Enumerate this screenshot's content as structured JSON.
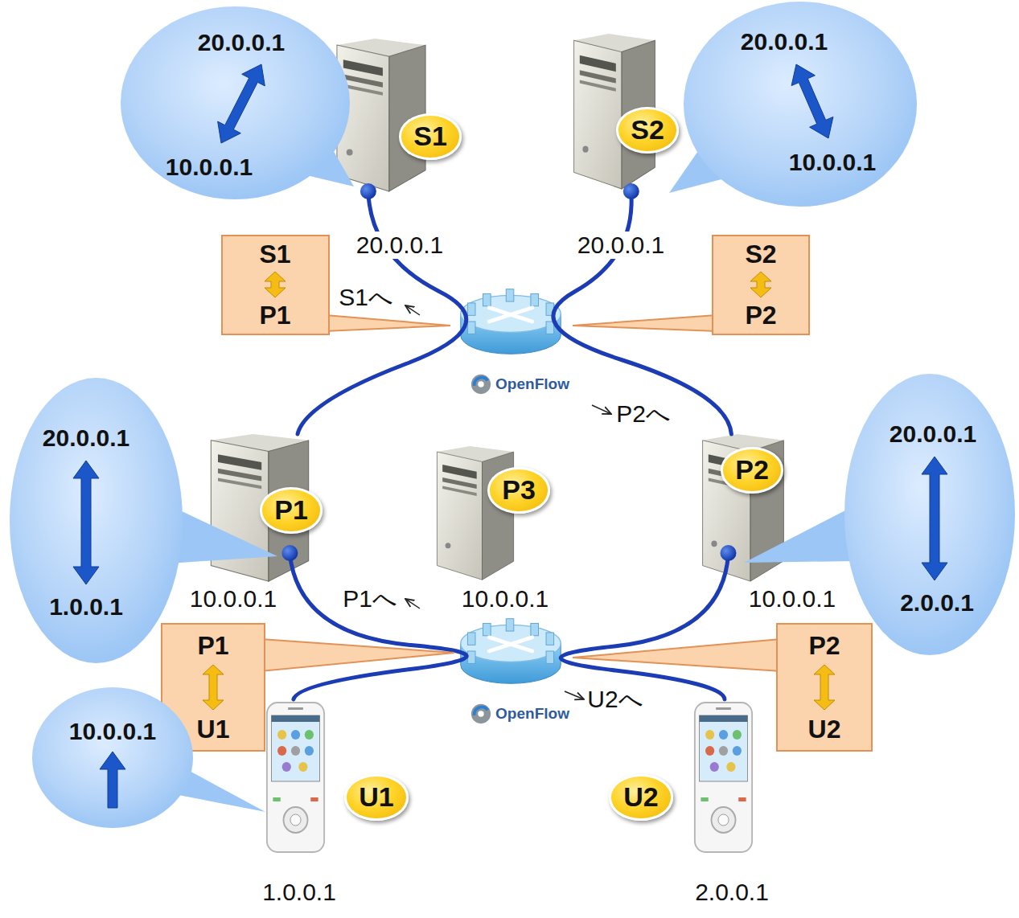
{
  "diagram": {
    "nodes": [
      {
        "text": [
          "20.0.0.1",
          "10.0.0.1"
        ]
      },
      {
        "text": [
          "S1"
        ]
      },
      {
        "text": [
          "S2"
        ]
      },
      {
        "text": [
          "20.0.0.1",
          "10.0.0.1"
        ]
      },
      {
        "text": [
          "S1",
          "P1"
        ]
      },
      {
        "text": [
          "S2",
          "P2"
        ]
      },
      {
        "text": [
          "20.0.0.1",
          "1.0.0.1"
        ]
      },
      {
        "text": [
          "P1"
        ]
      },
      {
        "text": [
          "P3"
        ]
      },
      {
        "text": [
          "P2"
        ]
      },
      {
        "text": [
          "20.0.0.1",
          "2.0.0.1"
        ]
      },
      {
        "text": [
          "P1",
          "U1"
        ]
      },
      {
        "text": [
          "P2",
          "U2"
        ]
      },
      {
        "text": [
          "10.0.0.1"
        ]
      },
      {
        "text": [
          "U1"
        ]
      },
      {
        "text": [
          "U2"
        ]
      }
    ],
    "edges": [
      {
        "from": 1,
        "to": 7,
        "arrow": "none"
      },
      {
        "from": 2,
        "to": 9,
        "arrow": "none"
      },
      {
        "from": 7,
        "to": 14,
        "arrow": "none"
      },
      {
        "from": 9,
        "to": 15,
        "arrow": "none"
      }
    ],
    "labels": [
      "20.0.0.1",
      "20.0.0.1",
      "S1へ",
      "P2へ",
      "OpenFlow",
      "10.0.0.1",
      "10.0.0.1",
      "10.0.0.1",
      "P1へ",
      "U2へ",
      "OpenFlow",
      "1.0.0.1",
      "2.0.0.1"
    ]
  }
}
